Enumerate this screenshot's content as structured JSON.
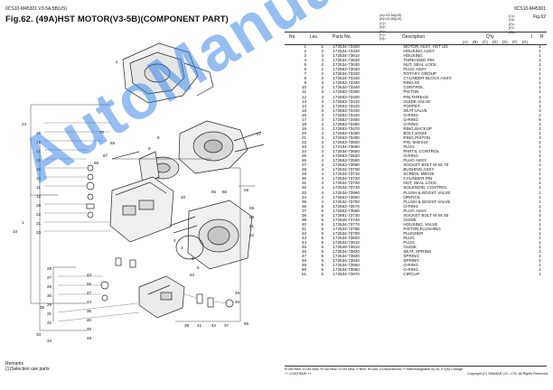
{
  "header": {
    "left_code": "0CS10-M45301   V3-5A,5B(US)",
    "title": "Fig.62.  (49A)HST MOTOR(V3-5B)(COMPONENT PART)",
    "right_code": "0CS10-M45301",
    "right_fig": "Fig.62"
  },
  "legend_codes": [
    "(A)=V3-5A(US)",
    "(B)=V3-5B(US)",
    "(C)=",
    "(D)=",
    "(E)=",
    "(F)=",
    "(G)="
  ],
  "columns": {
    "no": "No.",
    "lev": "Lev.",
    "parts_no": "Parts No.",
    "description": "Description",
    "qty": "Q'ty",
    "i": "I",
    "r": "R",
    "qty_cols": [
      "(A)",
      "(B)",
      "(C)",
      "(D)",
      "(E)",
      "(F)",
      "(G)"
    ]
  },
  "rows": [
    {
      "no": "1",
      "lev": "1",
      "pn": "172534-73400",
      "desc": "MOTOR ASSY, HST UG",
      "a": "1"
    },
    {
      "no": "2",
      "lev": "2",
      "pn": "172534-73320",
      "desc": "HOUSING ASSY",
      "a": "1"
    },
    {
      "no": "3",
      "lev": "3",
      "pn": "172534-73810",
      "desc": "HOUSING",
      "a": "1"
    },
    {
      "no": "4",
      "lev": "3",
      "pn": "172534-73620",
      "desc": "THREADED PIN",
      "a": "2"
    },
    {
      "no": "5",
      "lev": "3",
      "pn": "172534-73630",
      "desc": "NUT, SEAL LOCK",
      "a": "2"
    },
    {
      "no": "6",
      "lev": "2",
      "pn": "172653-73020",
      "desc": "PLUG ASSY",
      "a": "1"
    },
    {
      "no": "7",
      "lev": "2",
      "pn": "172534-73330",
      "desc": "ROTARY GROUP",
      "a": "1"
    },
    {
      "no": "8",
      "lev": "3",
      "pn": "172534-73340",
      "desc": "CYLINDER BLOCK ASSY",
      "a": "1"
    },
    {
      "no": "9",
      "lev": "3",
      "pn": "172653-73330",
      "desc": "RING,62",
      "a": "1"
    },
    {
      "no": "10",
      "lev": "2",
      "pn": "172534-73340",
      "desc": "CONTROL",
      "a": "1"
    },
    {
      "no": "11",
      "lev": "3",
      "pn": "172653-73390",
      "desc": "PISTON",
      "a": "1"
    },
    {
      "no": "12",
      "lev": "3",
      "pn": "172653-73400",
      "desc": "PIN,THREAD",
      "a": "1"
    },
    {
      "no": "13",
      "lev": "3",
      "pn": "172653-73410",
      "desc": "GUIDE,VALVE",
      "a": "2"
    },
    {
      "no": "14",
      "lev": "3",
      "pn": "172653-73420",
      "desc": "POPPET",
      "a": "2"
    },
    {
      "no": "15",
      "lev": "3",
      "pn": "172653-73430",
      "desc": "SEAT,VALVE",
      "a": "2"
    },
    {
      "no": "16",
      "lev": "3",
      "pn": "172653-73440",
      "desc": "O-RING",
      "a": "2"
    },
    {
      "no": "17",
      "lev": "3",
      "pn": "172653-73450",
      "desc": "O-RING",
      "a": "6"
    },
    {
      "no": "18",
      "lev": "3",
      "pn": "172653-73460",
      "desc": "O-RING",
      "a": "2"
    },
    {
      "no": "19",
      "lev": "3",
      "pn": "172653-73470",
      "desc": "RING,BACKUP",
      "a": "2"
    },
    {
      "no": "20",
      "lev": "3",
      "pn": "172653-73480",
      "desc": "BOLT,10X25",
      "a": "1"
    },
    {
      "no": "21",
      "lev": "3",
      "pn": "172653-73490",
      "desc": "RING,PISTON",
      "a": "3"
    },
    {
      "no": "22",
      "lev": "3",
      "pn": "172653-73500",
      "desc": "PIN, 6HEX16",
      "a": "2"
    },
    {
      "no": "23",
      "lev": "3",
      "pn": "172164-73650",
      "desc": "PLUG",
      "a": "1"
    },
    {
      "no": "24",
      "lev": "3",
      "pn": "172534-73650",
      "desc": "PARTS, CONTROL",
      "a": "1"
    },
    {
      "no": "25",
      "lev": "4",
      "pn": "172653-73530",
      "desc": "O-RING",
      "a": "1"
    },
    {
      "no": "26",
      "lev": "4",
      "pn": "172653-73580",
      "desc": "PLUG ASSY",
      "a": "2"
    },
    {
      "no": "27",
      "lev": "4",
      "pn": "172653-73690",
      "desc": "SOCKET BOLT M 6X 70",
      "a": "4"
    },
    {
      "no": "28",
      "lev": "4",
      "pn": "172534-73700",
      "desc": "BUSHING ASSY",
      "a": "1"
    },
    {
      "no": "29",
      "lev": "4",
      "pn": "172534-73710",
      "desc": "SCREW, M8X30",
      "a": "1"
    },
    {
      "no": "30",
      "lev": "4",
      "pn": "172534-73720",
      "desc": "CYLINDER PIN",
      "a": "1"
    },
    {
      "no": "31",
      "lev": "4",
      "pn": "172534-73730",
      "desc": "NUT, SEAL LOCK",
      "a": "1"
    },
    {
      "no": "32",
      "lev": "4",
      "pn": "172534-73740",
      "desc": "SOLENOID, CONTROL",
      "a": "1"
    },
    {
      "no": "33",
      "lev": "4",
      "pn": "172534-73990",
      "desc": "FLUSH & BOOST VALVE",
      "a": "1"
    },
    {
      "no": "34",
      "lev": "4",
      "pn": "172653-73550",
      "desc": "ORIFICE",
      "a": "1"
    },
    {
      "no": "35",
      "lev": "4",
      "pn": "172534-73750",
      "desc": "FLUSH & BOOST VALVE",
      "a": "1"
    },
    {
      "no": "36",
      "lev": "5",
      "pn": "172653-73570",
      "desc": "O-RING",
      "a": "2"
    },
    {
      "no": "37",
      "lev": "5",
      "pn": "172653-73580",
      "desc": "PLUG ASSY",
      "a": "1"
    },
    {
      "no": "38",
      "lev": "5",
      "pn": "172851-73730",
      "desc": "SOCKET BOLT M 6X 50",
      "a": "4"
    },
    {
      "no": "39",
      "lev": "5",
      "pn": "172649-73740",
      "desc": "GUIDE",
      "a": "1"
    },
    {
      "no": "40",
      "lev": "5",
      "pn": "172534-73770",
      "desc": "HOUSING, VALVE",
      "a": "1"
    },
    {
      "no": "41",
      "lev": "5",
      "pn": "172534-73780",
      "desc": "PISTON,FLUSHING",
      "a": "1"
    },
    {
      "no": "42",
      "lev": "5",
      "pn": "172534-73790",
      "desc": "PLUNGER",
      "a": "1"
    },
    {
      "no": "43",
      "lev": "5",
      "pn": "172534-73800",
      "desc": "PLUG",
      "a": "2"
    },
    {
      "no": "44",
      "lev": "5",
      "pn": "172534-73810",
      "desc": "PLUG",
      "a": "1"
    },
    {
      "no": "45",
      "lev": "5",
      "pn": "172649-73810",
      "desc": "GUIDE",
      "a": "1"
    },
    {
      "no": "46",
      "lev": "5",
      "pn": "172534-73820",
      "desc": "SEAT, SPRING",
      "a": "2"
    },
    {
      "no": "47",
      "lev": "5",
      "pn": "172534-73830",
      "desc": "SPRING",
      "a": "2"
    },
    {
      "no": "48",
      "lev": "5",
      "pn": "172534-73840",
      "desc": "SPRING",
      "a": "1"
    },
    {
      "no": "49",
      "lev": "5",
      "pn": "172534-73850",
      "desc": "O-RING",
      "a": "1"
    },
    {
      "no": "50",
      "lev": "5",
      "pn": "172534-73860",
      "desc": "O-RING",
      "a": "2"
    },
    {
      "no": "51",
      "lev": "5",
      "pn": "172534-73870",
      "desc": "CIRCLIP",
      "a": "1"
    }
  ],
  "legend_right": [
    "(C)=",
    "(D)=",
    "(E)=",
    "(F)=",
    "(G)="
  ],
  "drawing_callouts": [
    "2",
    "24",
    "18",
    "19",
    "14",
    "15",
    "16",
    "13",
    "11",
    "12",
    "25",
    "22",
    "21",
    "23",
    "8",
    "9",
    "20",
    "1",
    "10",
    "4",
    "3",
    "5",
    "6",
    "63",
    "28",
    "27",
    "26",
    "30",
    "29",
    "31",
    "32",
    "33",
    "34",
    "35",
    "36",
    "37",
    "38",
    "39",
    "40",
    "41",
    "42",
    "43",
    "44",
    "45",
    "46",
    "47",
    "48",
    "49",
    "50",
    "51",
    "56",
    "57",
    "58",
    "59",
    "60",
    "61",
    "62",
    "65",
    "66",
    "67",
    "68",
    "69",
    "70"
  ],
  "remarks": {
    "title": "Remarks",
    "line1": "(1)Selection use parts"
  },
  "footer": {
    "legend": "R:Old New, O:Old New, R:Old New, O:Old New, X:New, W:Add, Z:Discontinued, F:Interchangeable by lot, K:Q'ty Change",
    "continue": "++ CONTINUE ++",
    "copyright": "Copyright (C) YANMAR CO., LTD. All Rights Reserved."
  },
  "watermark": "AutoManual",
  "colors": {
    "watermark": "#2f7fe6",
    "ink": "#111111"
  }
}
